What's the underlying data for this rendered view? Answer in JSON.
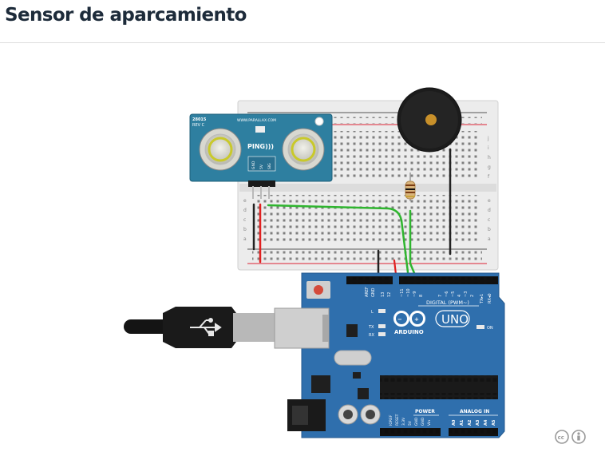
{
  "page": {
    "title": "Sensor de aparcamiento"
  },
  "colors": {
    "title": "#1d2b3a",
    "arduino_board": "#2f6fad",
    "sensor_board": "#2e7fa0",
    "breadboard": "#ececec",
    "wire_red": "#e02020",
    "wire_green": "#2fb52f",
    "wire_black": "#222222",
    "buzzer": "#1c1c1c"
  },
  "sensor": {
    "part_no": "28015",
    "rev": "REV C",
    "brand": "WWW.PARALLAX.COM",
    "name": "PING)))",
    "pin_labels": [
      "GND",
      "5V",
      "SIG"
    ]
  },
  "arduino": {
    "brand": "ARDUINO",
    "model": "UNO",
    "digital_label": "DIGITAL (PWM~)",
    "power_label": "POWER",
    "analog_label": "ANALOG IN",
    "on_label": "ON",
    "aref_label": "AREF",
    "gnd_label": "GND",
    "l_label": "L",
    "tx_label": "TX",
    "rx_label": "RX",
    "digital_pins": [
      "13",
      "12",
      "~11",
      "~10",
      "~9",
      "8",
      "7",
      "~6",
      "~5",
      "4",
      "~3",
      "2",
      "TX▸1",
      "RX◂0"
    ],
    "power_pins": [
      "IOREF",
      "RESET",
      "3.3V",
      "5V",
      "GND",
      "GND",
      "Vin"
    ],
    "analog_pins": [
      "A0",
      "A1",
      "A2",
      "A3",
      "A4",
      "A5"
    ]
  },
  "breadboard": {
    "row_letters_top": [
      "j",
      "i",
      "h",
      "g",
      "f"
    ],
    "row_letters_bottom": [
      "e",
      "d",
      "c",
      "b",
      "a"
    ]
  },
  "icons": {
    "usb": "usb-icon",
    "license": "creative-commons-attribution-icon"
  }
}
